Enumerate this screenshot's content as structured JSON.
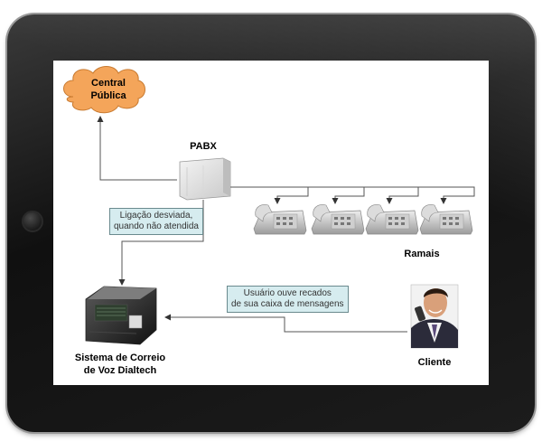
{
  "diagram": {
    "central": {
      "line1": "Central",
      "line2": "Pública"
    },
    "pabx": "PABX",
    "note_redirect": {
      "line1": "Ligação desviada,",
      "line2": "quando não atendida"
    },
    "ramais": "Ramais",
    "note_messages": {
      "line1": "Usuário ouve recados",
      "line2": "de sua caixa de mensagens"
    },
    "voicemail": {
      "line1": "Sistema de Correio",
      "line2": "de Voz Dialtech"
    },
    "cliente": "Cliente"
  },
  "colors": {
    "cloud_fill": "#f4a55a",
    "note_fill": "#d6ecef",
    "line": "#555555"
  }
}
